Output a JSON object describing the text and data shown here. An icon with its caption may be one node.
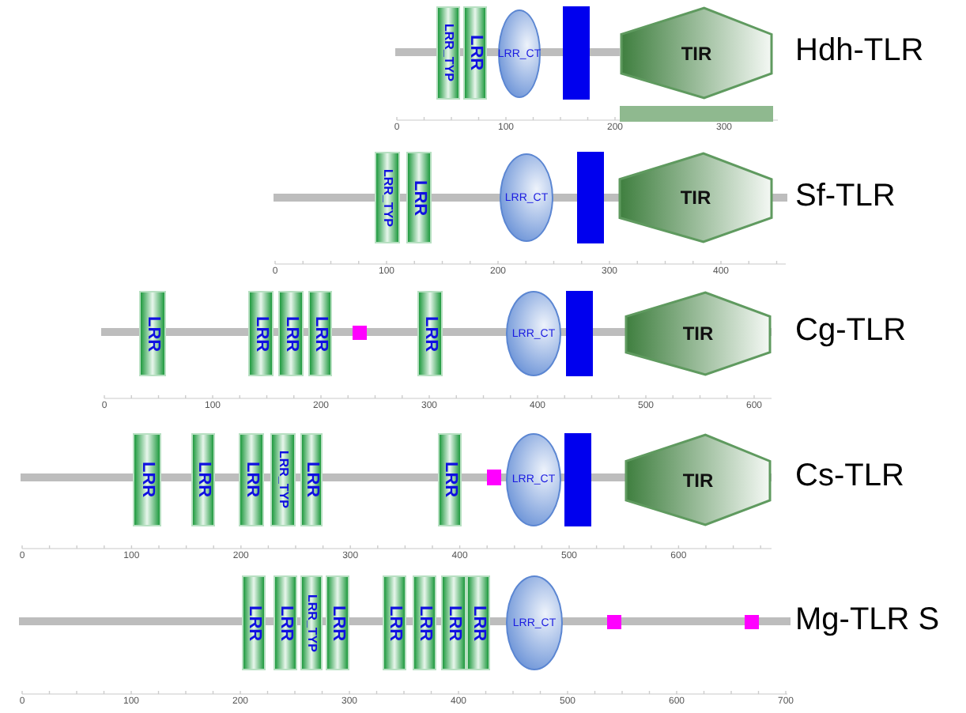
{
  "diagram": {
    "nodes": [
      {
        "text": [
          "LRR_TYP"
        ]
      },
      {
        "text": [
          "LRR"
        ]
      },
      {
        "text": [
          "LRR_CT"
        ]
      },
      {
        "text": [],
        "shape": "box"
      },
      {
        "text": [
          "TIR"
        ]
      },
      {
        "text": [],
        "shape": "bar"
      },
      {
        "text": [
          "LRR_TYP"
        ]
      },
      {
        "text": [
          "LRR"
        ]
      },
      {
        "text": [
          "LRR_CT"
        ]
      },
      {
        "text": [],
        "shape": "box"
      },
      {
        "text": [
          "TIR"
        ]
      },
      {
        "text": [
          "LRR"
        ]
      },
      {
        "text": [
          "LRR"
        ]
      },
      {
        "text": [
          "LRR"
        ]
      },
      {
        "text": [
          "LRR"
        ]
      },
      {
        "text": [],
        "shape": "box"
      },
      {
        "text": [
          "LRR"
        ]
      },
      {
        "text": [
          "LRR_CT"
        ]
      },
      {
        "text": [],
        "shape": "box"
      },
      {
        "text": [
          "TIR"
        ]
      },
      {
        "text": [
          "LRR"
        ]
      },
      {
        "text": [
          "LRR"
        ]
      },
      {
        "text": [
          "LRR"
        ]
      },
      {
        "text": [
          "LRR_TYP"
        ]
      },
      {
        "text": [
          "LRR"
        ]
      },
      {
        "text": [
          "LRR"
        ]
      },
      {
        "text": [],
        "shape": "box"
      },
      {
        "text": [
          "LRR_CT"
        ]
      },
      {
        "text": [],
        "shape": "box"
      },
      {
        "text": [
          "TIR"
        ]
      },
      {
        "text": [
          "LRR"
        ]
      },
      {
        "text": [
          "LRR"
        ]
      },
      {
        "text": [
          "LRR_TYP"
        ]
      },
      {
        "text": [
          "LRR"
        ]
      },
      {
        "text": [
          "LRR"
        ]
      },
      {
        "text": [
          "LRR"
        ]
      },
      {
        "text": [
          "LRR"
        ]
      },
      {
        "text": [
          "LRR"
        ]
      },
      {
        "text": [
          "LRR_CT"
        ]
      },
      {
        "text": [],
        "shape": "box"
      },
      {
        "text": [],
        "shape": "box"
      }
    ],
    "labels": [
      "Hdh-TLR",
      "0",
      "100",
      "200",
      "300",
      "Sf-TLR",
      "0",
      "100",
      "200",
      "300",
      "400",
      "Cg-TLR",
      "0",
      "100",
      "200",
      "300",
      "400",
      "500",
      "600",
      "Cs-TLR",
      "0",
      "100",
      "200",
      "300",
      "400",
      "500",
      "600",
      "Mg-TLR S",
      "0",
      "100",
      "200",
      "300",
      "400",
      "500",
      "600",
      "700"
    ]
  }
}
